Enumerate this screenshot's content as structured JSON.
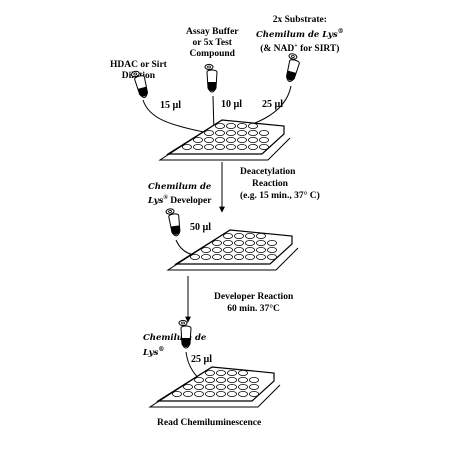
{
  "sources": {
    "hdac": {
      "line1": "HDAC or Sirt",
      "line2": "Dilution"
    },
    "buffer": {
      "line1": "Assay Buffer",
      "line2": "or 5x Test",
      "line3": "Compound"
    },
    "substrate": {
      "line1": "2x Substrate:",
      "line2": "Chemilum de Lys",
      "line2_sup": "®",
      "line3_a": "(& NAD",
      "line3_sup": "+",
      "line3_b": " for SIRT)"
    },
    "developer": {
      "line1": "Chemilum de",
      "line2_a": "Lys",
      "line2_sup": "®",
      "line2_b": "Developer"
    },
    "chemilum2": {
      "line1": "Chemilum de",
      "line2_a": "Lys",
      "line2_sup": "®"
    }
  },
  "volumes": {
    "hdac": "15 µl",
    "buffer": "10 µl",
    "substrate": "25 µl",
    "developer": "50 µl",
    "final": "25 µl"
  },
  "steps": {
    "deacetylation": {
      "line1": "Deacetylation",
      "line2": "Reaction",
      "line3": "(e.g. 15 min., 37° C)"
    },
    "developer_reaction": {
      "line1": "Developer Reaction",
      "line2": "60 min. 37°C"
    },
    "read": "Read Chemiluminescence"
  }
}
